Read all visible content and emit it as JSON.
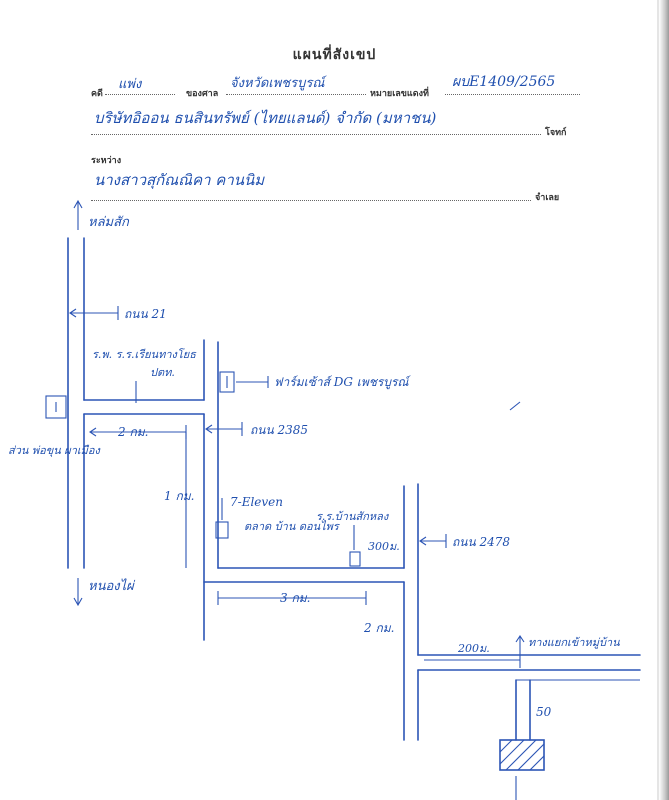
{
  "form": {
    "title": "แผนที่สังเขป",
    "case_label": "คดี",
    "court_label": "ของศาล",
    "case_no_label": "หมายเลขแดงที่",
    "plaintiff_label": "โจทก์",
    "between_label": "ระหว่าง",
    "defendant_label": "จำเลย"
  },
  "handwritten": {
    "case_type": "แพ่ง",
    "court": "จังหวัดเพชรบูรณ์",
    "case_no": "ผบE1409/2565",
    "plaintiff": "บริษัทอิออน ธนสินทรัพย์ (ไทยแลนด์) จำกัด (มหาชน)",
    "defendant": "นางสาวสุกัณณิคา คานนิม"
  },
  "map_labels": {
    "north": "หล่มสัก",
    "south": "หนองไผ่",
    "road_21": "ถนน 21",
    "road_2385": "ถนน 2385",
    "road_2478": "ถนน 2478",
    "hospital": "ร.พ. ร.ร.เรียนทางโยธ",
    "ptt": "ปตท.",
    "pharmacy": "ฟาร์มเซ้าส์ DG เพชรบูรณ์",
    "transport": "ส่วน พ่อขุน ผาเมือง",
    "dist_2km": "2 กม.",
    "dist_1km": "1 กม.",
    "seven_eleven": "7-Eleven",
    "talad": "ตลาด บ้าน ดอนไพร",
    "school": "ร.ร.บ้านสักหลง",
    "dist_300m": "300ม.",
    "dist_3km": "3 กม.",
    "dist_2km_b": "2 กม.",
    "dist_200m": "200ม.",
    "landmark": "ทางแยกเข้าหมู่บ้าน",
    "dist_50": "50"
  }
}
